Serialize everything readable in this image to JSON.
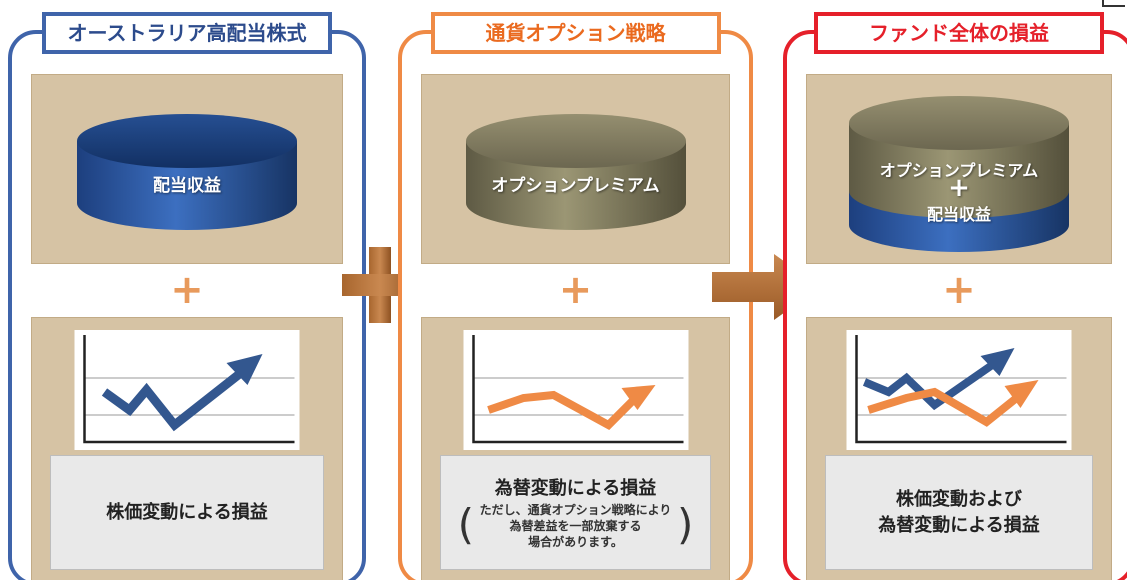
{
  "panels": [
    {
      "title": "オーストラリア高配当株式",
      "cylinder_labels": [
        "配当収益"
      ],
      "plus": "+",
      "caption_lines": [
        "株価変動による損益"
      ],
      "note_lines": []
    },
    {
      "title": "通貨オプション戦略",
      "cylinder_labels": [
        "オプションプレミアム"
      ],
      "plus": "+",
      "caption_lines": [
        "為替変動による損益"
      ],
      "note_lines": [
        "ただし、通貨オプション戦略により",
        "為替差益を一部放棄する",
        "場合があります。"
      ]
    },
    {
      "title": "ファンド全体の損益",
      "cylinder_labels": [
        "オプションプレミアム",
        "+",
        "配当収益"
      ],
      "plus": "+",
      "caption_lines": [
        "株価変動および",
        "為替変動による損益"
      ],
      "note_lines": []
    }
  ],
  "colors": {
    "blue": "#3f64aa",
    "orange": "#ef8a45",
    "red": "#e5202a",
    "tan": "#d6c3a4",
    "connector_brown": "#b97840"
  },
  "icons": {
    "between_1_2": "plus-icon",
    "between_2_3": "arrow-right-icon"
  }
}
